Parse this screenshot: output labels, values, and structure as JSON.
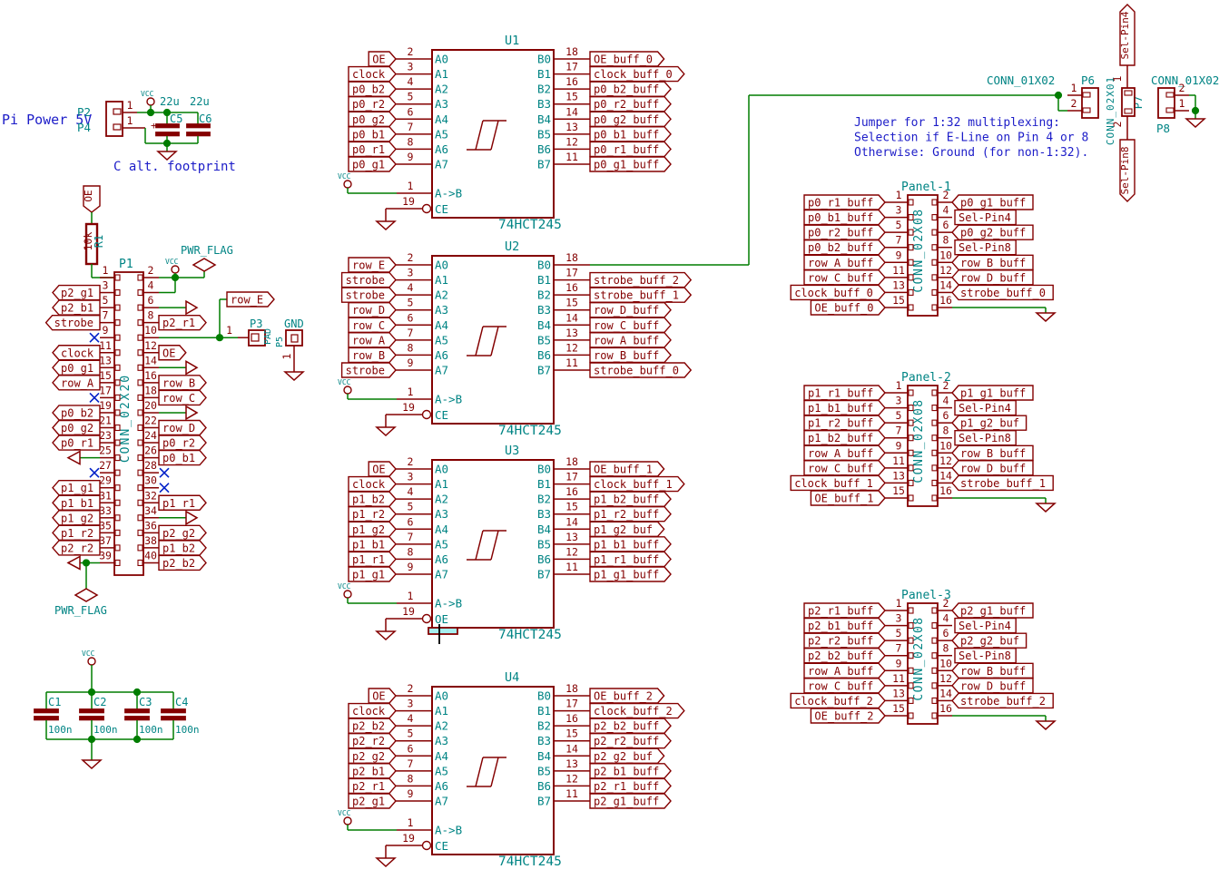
{
  "texts": {
    "pi_power": "Pi Power 5V",
    "c_alt_footprint": "C alt. footprint",
    "note_line1": "Jumper for 1:32 multiplexing:",
    "note_line2": "Selection if E-Line on Pin 4 or 8",
    "note_line3": "Otherwise: Ground (for non-1:32).",
    "vcc": "VCC",
    "pwr_flag": "PWR_FLAG"
  },
  "p2_header": {
    "ref_top": "P2",
    "ref_bot": "P4",
    "pin_top": "1",
    "pin_bot": "1"
  },
  "c5": {
    "ref": "C5",
    "value": "22u",
    "plus": "+"
  },
  "c6": {
    "ref": "C6",
    "value": "22u"
  },
  "r1": {
    "ref": "R1",
    "value": "10k"
  },
  "oe_pullup_label": "OE",
  "row_e_label": "row_E",
  "p3": {
    "ref": "P3",
    "value": "PAD",
    "pin": "1"
  },
  "p5": {
    "ref": "P5",
    "value": "GND",
    "pin": "1"
  },
  "p1": {
    "ref": "P1",
    "value": "CONN_02X20",
    "rows": [
      {
        "l": {
          "n": "1",
          "kind": "wire"
        },
        "r": {
          "n": "2",
          "kind": "pwr"
        }
      },
      {
        "l": {
          "n": "3",
          "kind": "label",
          "label": "p2_g1"
        },
        "r": {
          "n": "4",
          "kind": "wire4"
        }
      },
      {
        "l": {
          "n": "5",
          "kind": "label",
          "label": "p2_b1"
        },
        "r": {
          "n": "6",
          "kind": "gnd"
        }
      },
      {
        "l": {
          "n": "7",
          "kind": "label",
          "label": "strobe"
        },
        "r": {
          "n": "8",
          "kind": "label",
          "label": "p2_r1"
        }
      },
      {
        "l": {
          "n": "9",
          "kind": "nc"
        },
        "r": {
          "n": "10",
          "kind": "net"
        }
      },
      {
        "l": {
          "n": "11",
          "kind": "label",
          "label": "clock"
        },
        "r": {
          "n": "12",
          "kind": "label",
          "label": "OE"
        }
      },
      {
        "l": {
          "n": "13",
          "kind": "label",
          "label": "p0_g1"
        },
        "r": {
          "n": "14",
          "kind": "gnd"
        }
      },
      {
        "l": {
          "n": "15",
          "kind": "label",
          "label": "row_A"
        },
        "r": {
          "n": "16",
          "kind": "label",
          "label": "row_B"
        }
      },
      {
        "l": {
          "n": "17",
          "kind": "nc"
        },
        "r": {
          "n": "18",
          "kind": "label",
          "label": "row_C"
        }
      },
      {
        "l": {
          "n": "19",
          "kind": "label",
          "label": "p0_b2"
        },
        "r": {
          "n": "20",
          "kind": "gnd"
        }
      },
      {
        "l": {
          "n": "21",
          "kind": "label",
          "label": "p0_g2"
        },
        "r": {
          "n": "22",
          "kind": "label",
          "label": "row_D"
        }
      },
      {
        "l": {
          "n": "23",
          "kind": "label",
          "label": "p0_r1"
        },
        "r": {
          "n": "24",
          "kind": "label",
          "label": "p0_r2"
        }
      },
      {
        "l": {
          "n": "25",
          "kind": "gnd"
        },
        "r": {
          "n": "26",
          "kind": "label",
          "label": "p0_b1"
        }
      },
      {
        "l": {
          "n": "27",
          "kind": "nc"
        },
        "r": {
          "n": "28",
          "kind": "nc"
        }
      },
      {
        "l": {
          "n": "29",
          "kind": "label",
          "label": "p1_g1"
        },
        "r": {
          "n": "30",
          "kind": "nc"
        }
      },
      {
        "l": {
          "n": "31",
          "kind": "label",
          "label": "p1_b1"
        },
        "r": {
          "n": "32",
          "kind": "label",
          "label": "p1_r1"
        }
      },
      {
        "l": {
          "n": "33",
          "kind": "label",
          "label": "p1_g2"
        },
        "r": {
          "n": "34",
          "kind": "gnd"
        }
      },
      {
        "l": {
          "n": "35",
          "kind": "label",
          "label": "p1_r2"
        },
        "r": {
          "n": "36",
          "kind": "label",
          "label": "p2_g2"
        }
      },
      {
        "l": {
          "n": "37",
          "kind": "label",
          "label": "p2_r2"
        },
        "r": {
          "n": "38",
          "kind": "label",
          "label": "p1_b2"
        }
      },
      {
        "l": {
          "n": "39",
          "kind": "gnd_flag"
        },
        "r": {
          "n": "40",
          "kind": "label",
          "label": "p2_b2"
        }
      }
    ]
  },
  "chips": [
    {
      "ref": "U1",
      "value": "74HCT245",
      "a": [
        {
          "n": "2",
          "name": "A0",
          "label": "OE"
        },
        {
          "n": "3",
          "name": "A1",
          "label": "clock"
        },
        {
          "n": "4",
          "name": "A2",
          "label": "p0_b2"
        },
        {
          "n": "5",
          "name": "A3",
          "label": "p0_r2"
        },
        {
          "n": "6",
          "name": "A4",
          "label": "p0_g2"
        },
        {
          "n": "7",
          "name": "A5",
          "label": "p0_b1"
        },
        {
          "n": "8",
          "name": "A6",
          "label": "p0_r1"
        },
        {
          "n": "9",
          "name": "A7",
          "label": "p0_g1"
        }
      ],
      "b": [
        {
          "n": "18",
          "name": "B0",
          "label": "OE_buff_0"
        },
        {
          "n": "17",
          "name": "B1",
          "label": "clock_buff_0"
        },
        {
          "n": "16",
          "name": "B2",
          "label": "p0_b2_buff"
        },
        {
          "n": "15",
          "name": "B3",
          "label": "p0_r2_buff"
        },
        {
          "n": "14",
          "name": "B4",
          "label": "p0_g2_buff"
        },
        {
          "n": "13",
          "name": "B5",
          "label": "p0_b1_buff"
        },
        {
          "n": "12",
          "name": "B6",
          "label": "p0_r1_buff"
        },
        {
          "n": "11",
          "name": "B7",
          "label": "p0_g1_buff"
        }
      ],
      "ab": {
        "n": "1",
        "name": "A->B"
      },
      "ce": {
        "n": "19",
        "name": "CE"
      }
    },
    {
      "ref": "U2",
      "value": "74HCT245",
      "a": [
        {
          "n": "2",
          "name": "A0",
          "label": "row_E"
        },
        {
          "n": "3",
          "name": "A1",
          "label": "strobe"
        },
        {
          "n": "4",
          "name": "A2",
          "label": "strobe"
        },
        {
          "n": "5",
          "name": "A3",
          "label": "row_D"
        },
        {
          "n": "6",
          "name": "A4",
          "label": "row_C"
        },
        {
          "n": "7",
          "name": "A5",
          "label": "row_A"
        },
        {
          "n": "8",
          "name": "A6",
          "label": "row_B"
        },
        {
          "n": "9",
          "name": "A7",
          "label": "strobe"
        }
      ],
      "b": [
        {
          "n": "18",
          "name": "B0",
          "label": null
        },
        {
          "n": "17",
          "name": "B1",
          "label": "strobe_buff_2"
        },
        {
          "n": "16",
          "name": "B2",
          "label": "strobe_buff_1"
        },
        {
          "n": "15",
          "name": "B3",
          "label": "row_D_buff"
        },
        {
          "n": "14",
          "name": "B4",
          "label": "row_C_buff"
        },
        {
          "n": "13",
          "name": "B5",
          "label": "row_A_buff"
        },
        {
          "n": "12",
          "name": "B6",
          "label": "row_B_buff"
        },
        {
          "n": "11",
          "name": "B7",
          "label": "strobe_buff_0"
        }
      ],
      "ab": {
        "n": "1",
        "name": "A->B"
      },
      "ce": {
        "n": "19",
        "name": "CE"
      }
    },
    {
      "ref": "U3",
      "value": "74HCT245",
      "a": [
        {
          "n": "2",
          "name": "A0",
          "label": "OE"
        },
        {
          "n": "3",
          "name": "A1",
          "label": "clock"
        },
        {
          "n": "4",
          "name": "A2",
          "label": "p1_b2"
        },
        {
          "n": "5",
          "name": "A3",
          "label": "p1_r2"
        },
        {
          "n": "6",
          "name": "A4",
          "label": "p1_g2"
        },
        {
          "n": "7",
          "name": "A5",
          "label": "p1_b1"
        },
        {
          "n": "8",
          "name": "A6",
          "label": "p1_r1"
        },
        {
          "n": "9",
          "name": "A7",
          "label": "p1_g1"
        }
      ],
      "b": [
        {
          "n": "18",
          "name": "B0",
          "label": "OE_buff_1"
        },
        {
          "n": "17",
          "name": "B1",
          "label": "clock_buff_1"
        },
        {
          "n": "16",
          "name": "B2",
          "label": "p1_b2_buff"
        },
        {
          "n": "15",
          "name": "B3",
          "label": "p1_r2_buff"
        },
        {
          "n": "14",
          "name": "B4",
          "label": "p1_g2_buf"
        },
        {
          "n": "13",
          "name": "B5",
          "label": "p1_b1_buff"
        },
        {
          "n": "12",
          "name": "B6",
          "label": "p1_r1_buff"
        },
        {
          "n": "11",
          "name": "B7",
          "label": "p1_g1_buff"
        }
      ],
      "ab": {
        "n": "1",
        "name": "A->B"
      },
      "ce": {
        "n": "19",
        "name": "OE"
      },
      "editing": true
    },
    {
      "ref": "U4",
      "value": "74HCT245",
      "a": [
        {
          "n": "2",
          "name": "A0",
          "label": "OE"
        },
        {
          "n": "3",
          "name": "A1",
          "label": "clock"
        },
        {
          "n": "4",
          "name": "A2",
          "label": "p2_b2"
        },
        {
          "n": "5",
          "name": "A3",
          "label": "p2_r2"
        },
        {
          "n": "6",
          "name": "A4",
          "label": "p2_g2"
        },
        {
          "n": "7",
          "name": "A5",
          "label": "p2_b1"
        },
        {
          "n": "8",
          "name": "A6",
          "label": "p2_r1"
        },
        {
          "n": "9",
          "name": "A7",
          "label": "p2_g1"
        }
      ],
      "b": [
        {
          "n": "18",
          "name": "B0",
          "label": "OE_buff_2"
        },
        {
          "n": "17",
          "name": "B1",
          "label": "clock_buff_2"
        },
        {
          "n": "16",
          "name": "B2",
          "label": "p2_b2_buff"
        },
        {
          "n": "15",
          "name": "B3",
          "label": "p2_r2_buff"
        },
        {
          "n": "14",
          "name": "B4",
          "label": "p2_g2_buf"
        },
        {
          "n": "13",
          "name": "B5",
          "label": "p2_b1_buff"
        },
        {
          "n": "12",
          "name": "B6",
          "label": "p2_r1_buff"
        },
        {
          "n": "11",
          "name": "B7",
          "label": "p2_g1_buff"
        }
      ],
      "ab": {
        "n": "1",
        "name": "A->B"
      },
      "ce": {
        "n": "19",
        "name": "CE"
      }
    }
  ],
  "panels": [
    {
      "title": "Panel-1",
      "value": "CONN_02X08",
      "left": [
        {
          "n": "1",
          "label": "p0_r1_buff"
        },
        {
          "n": "3",
          "label": "p0_b1_buff"
        },
        {
          "n": "5",
          "label": "p0_r2_buff"
        },
        {
          "n": "7",
          "label": "p0_b2_buff"
        },
        {
          "n": "9",
          "label": "row_A_buff"
        },
        {
          "n": "11",
          "label": "row_C_buff"
        },
        {
          "n": "13",
          "label": "clock_buff_0"
        },
        {
          "n": "15",
          "label": "OE_buff_0"
        }
      ],
      "right": [
        {
          "n": "2",
          "label": "p0_g1_buff",
          "shape": "D"
        },
        {
          "n": "4",
          "label": "Sel-Pin4",
          "shape": "E"
        },
        {
          "n": "6",
          "label": "p0_g2_buff",
          "shape": "D"
        },
        {
          "n": "8",
          "label": "Sel-Pin8",
          "shape": "E"
        },
        {
          "n": "10",
          "label": "row_B_buff",
          "shape": "D"
        },
        {
          "n": "12",
          "label": "row_D_buff",
          "shape": "D"
        },
        {
          "n": "14",
          "label": "strobe_buff_0",
          "shape": "D"
        },
        {
          "n": "16",
          "label": null,
          "shape": "gnd"
        }
      ]
    },
    {
      "title": "Panel-2",
      "value": "CONN_02X08",
      "left": [
        {
          "n": "1",
          "label": "p1_r1_buff"
        },
        {
          "n": "3",
          "label": "p1_b1_buff"
        },
        {
          "n": "5",
          "label": "p1_r2_buff"
        },
        {
          "n": "7",
          "label": "p1_b2_buff"
        },
        {
          "n": "9",
          "label": "row_A_buff"
        },
        {
          "n": "11",
          "label": "row_C_buff"
        },
        {
          "n": "13",
          "label": "clock_buff_1"
        },
        {
          "n": "15",
          "label": "OE_buff_1"
        }
      ],
      "right": [
        {
          "n": "2",
          "label": "p1_g1_buff",
          "shape": "D"
        },
        {
          "n": "4",
          "label": "Sel-Pin4",
          "shape": "E"
        },
        {
          "n": "6",
          "label": "p1_g2_buf",
          "shape": "D"
        },
        {
          "n": "8",
          "label": "Sel-Pin8",
          "shape": "E"
        },
        {
          "n": "10",
          "label": "row_B_buff",
          "shape": "D"
        },
        {
          "n": "12",
          "label": "row_D_buff",
          "shape": "D"
        },
        {
          "n": "14",
          "label": "strobe_buff_1",
          "shape": "D"
        },
        {
          "n": "16",
          "label": null,
          "shape": "gnd"
        }
      ]
    },
    {
      "title": "Panel-3",
      "value": "CONN_02X08",
      "left": [
        {
          "n": "1",
          "label": "p2_r1_buff"
        },
        {
          "n": "3",
          "label": "p2_b1_buff"
        },
        {
          "n": "5",
          "label": "p2_r2_buff"
        },
        {
          "n": "7",
          "label": "p2_b2_buff"
        },
        {
          "n": "9",
          "label": "row_A_buff"
        },
        {
          "n": "11",
          "label": "row_C_buff"
        },
        {
          "n": "13",
          "label": "clock_buff_2"
        },
        {
          "n": "15",
          "label": "OE_buff_2"
        }
      ],
      "right": [
        {
          "n": "2",
          "label": "p2_g1_buff",
          "shape": "D"
        },
        {
          "n": "4",
          "label": "Sel-Pin4",
          "shape": "E"
        },
        {
          "n": "6",
          "label": "p2_g2_buf",
          "shape": "D"
        },
        {
          "n": "8",
          "label": "Sel-Pin8",
          "shape": "E"
        },
        {
          "n": "10",
          "label": "row_B_buff",
          "shape": "D"
        },
        {
          "n": "12",
          "label": "row_D_buff",
          "shape": "D"
        },
        {
          "n": "14",
          "label": "strobe_buff_2",
          "shape": "D"
        },
        {
          "n": "16",
          "label": null,
          "shape": "gnd"
        }
      ]
    }
  ],
  "top_right": {
    "conn_left": "CONN_01X02",
    "p6": "P6",
    "p6_pin1": "1",
    "p6_pin2": "2",
    "p7": {
      "ref": "P7",
      "value": "CONN_02X01",
      "pin1": "1",
      "pin2": "2",
      "label_top": "Sel-Pin4",
      "label_bot": "Sel-Pin8"
    },
    "conn_right": "CONN_01X02",
    "p8": "P8",
    "p8_pin_top": "2",
    "p8_pin_bot": "1"
  },
  "caps": [
    {
      "ref": "C1",
      "value": "100n"
    },
    {
      "ref": "C2",
      "value": "100n"
    },
    {
      "ref": "C3",
      "value": "100n"
    },
    {
      "ref": "C4",
      "value": "100n"
    }
  ]
}
